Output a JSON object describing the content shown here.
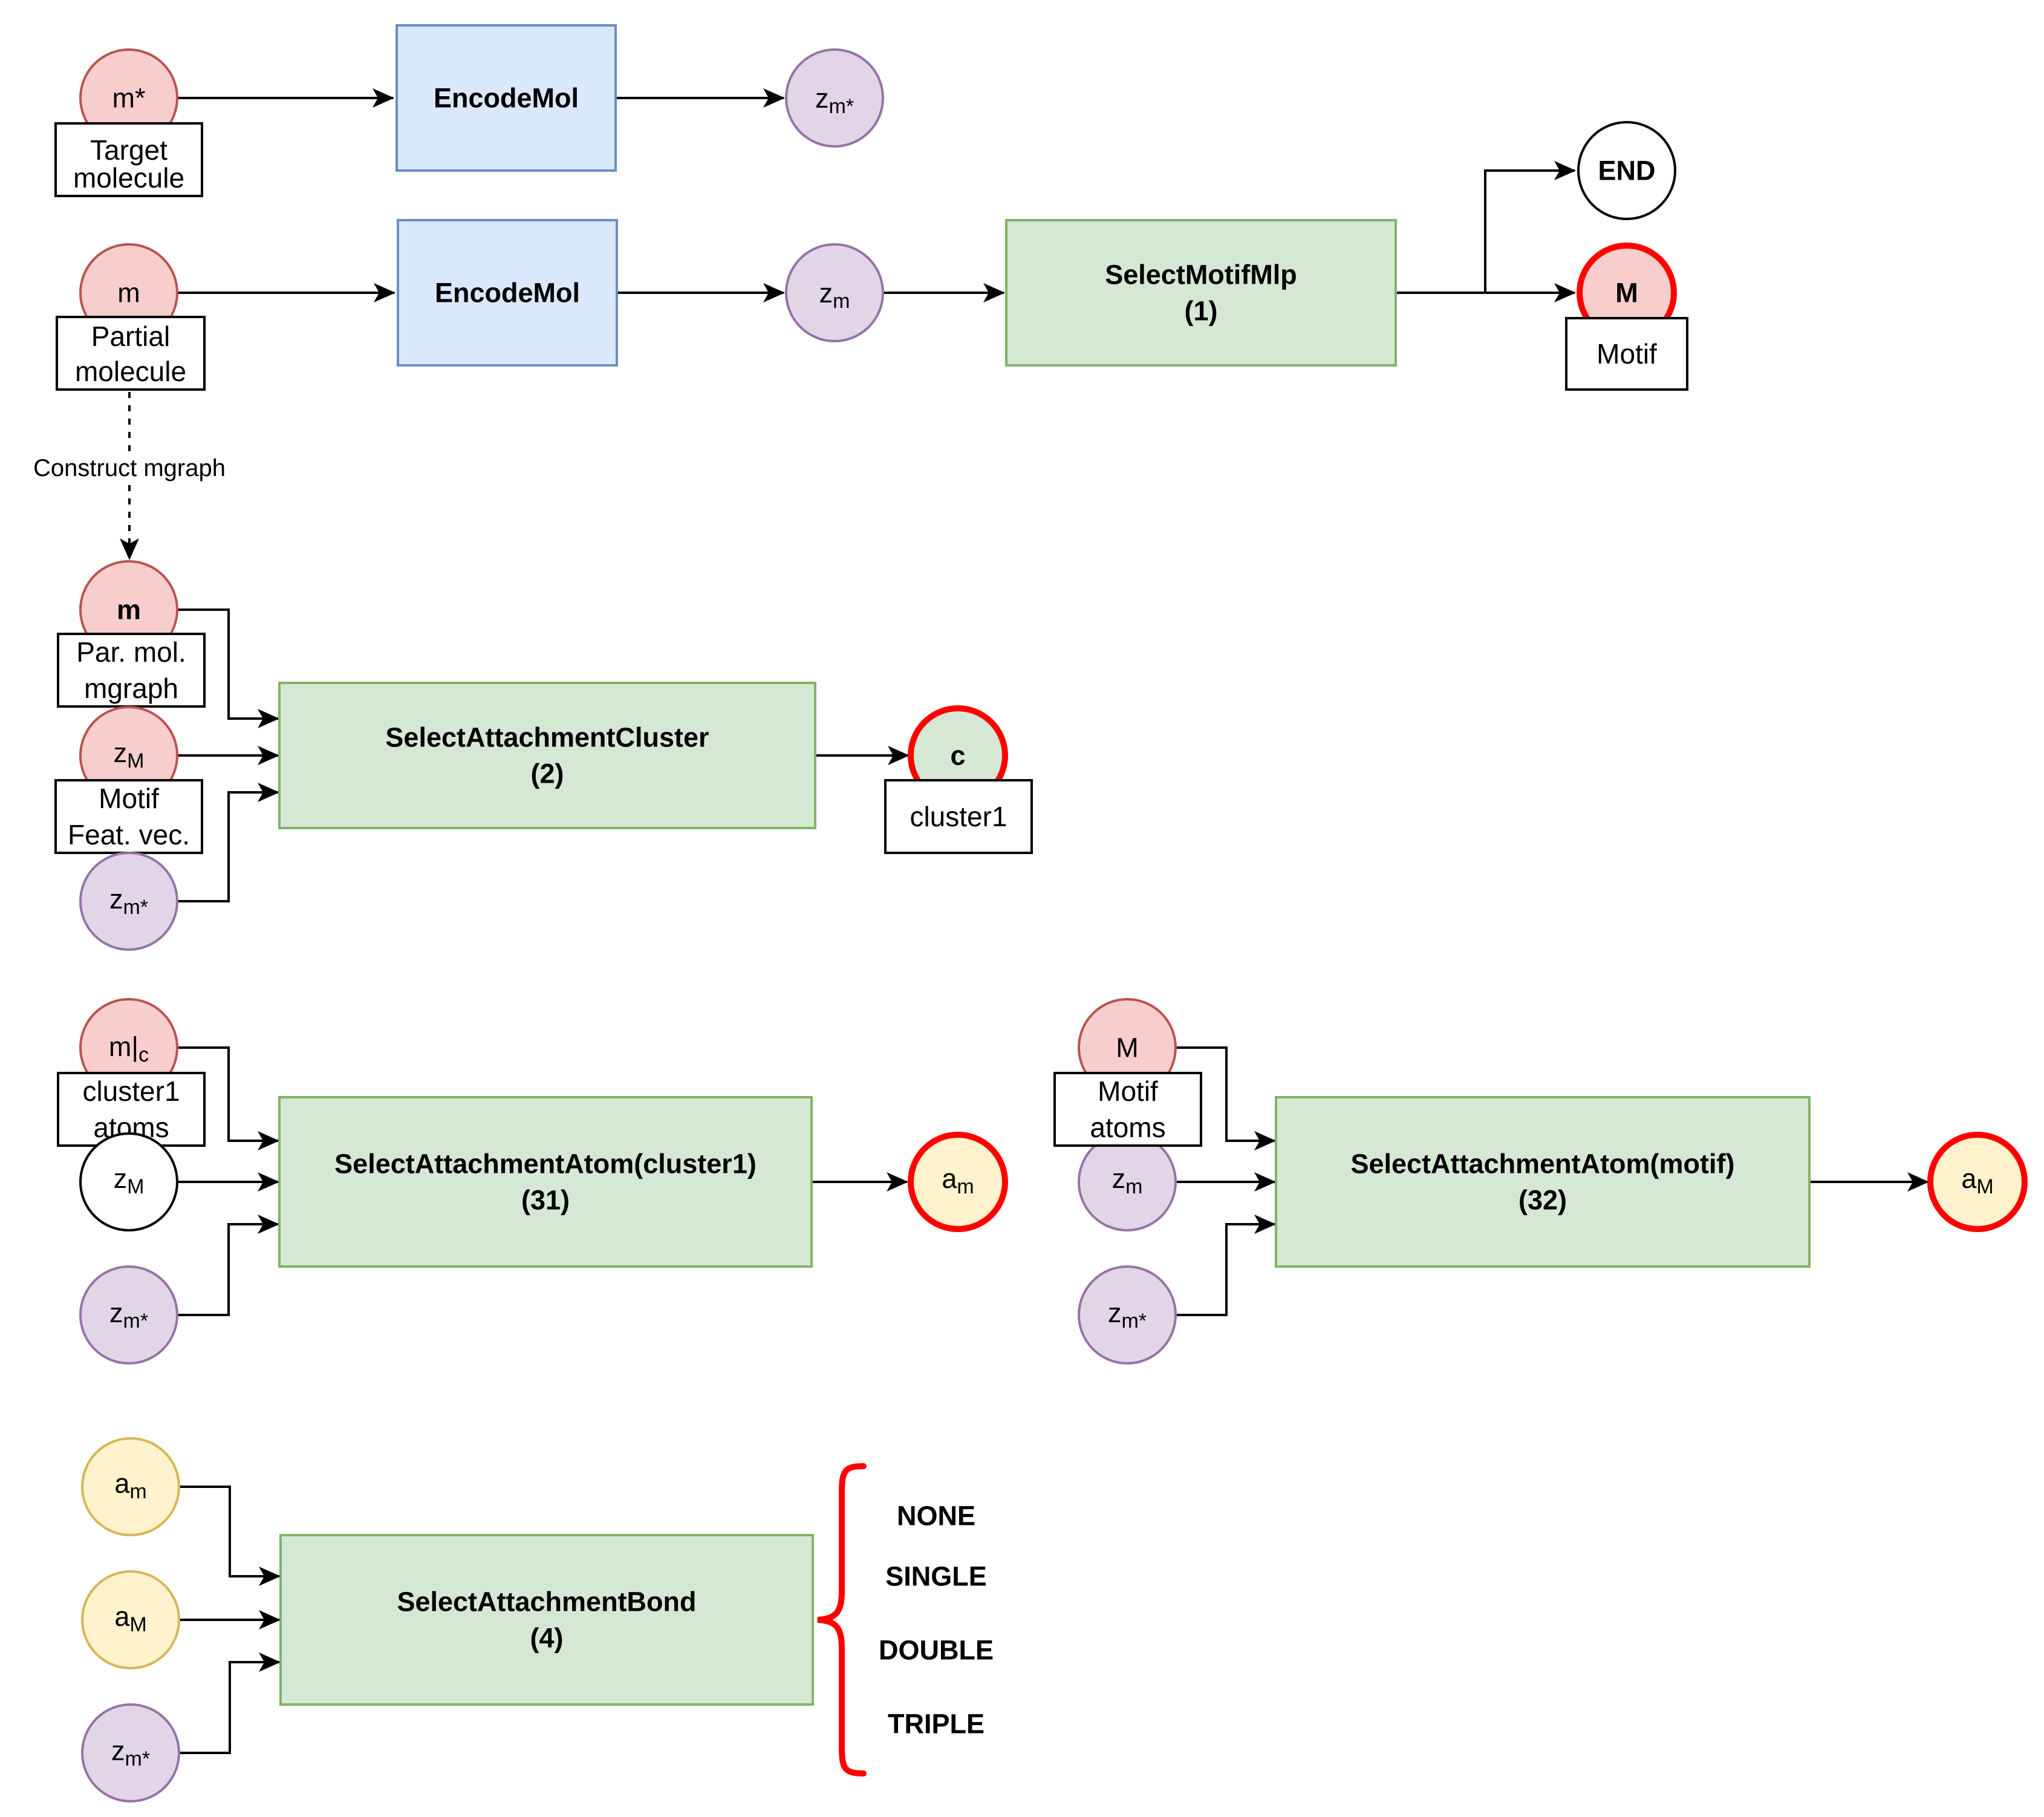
{
  "colors": {
    "red_fill": "#f8cecc",
    "red_stroke": "#b85450",
    "purple_fill": "#e1d5e7",
    "purple_stroke": "#9673a6",
    "yellow_fill": "#fff2cc",
    "yellow_stroke": "#d6b656",
    "blue_fill": "#dae8fc",
    "blue_stroke": "#6c8ebf",
    "green_fill": "#d5e8d4",
    "green_stroke": "#82b366",
    "highlight": "#ff0000"
  },
  "row1": {
    "m_star": "m*",
    "target_label_1": "Target",
    "target_label_2": "molecule",
    "encode": "EncodeMol",
    "z_base": "z",
    "z_sub": "m*"
  },
  "row2": {
    "m": "m",
    "partial_label_1": "Partial",
    "partial_label_2": "molecule",
    "encode": "EncodeMol",
    "z_base": "z",
    "z_sub": "m",
    "select_1": "SelectMotifMlp",
    "select_2": "(1)",
    "end": "END",
    "motif_node": "M",
    "motif_label": "Motif"
  },
  "construct_label": "Construct mgraph",
  "row3": {
    "m_bold": "m",
    "parmol_1": "Par. mol.",
    "parmol_2": "mgraph",
    "zM_base": "z",
    "zM_sub": "M",
    "motif_feat_1": "Motif",
    "motif_feat_2": "Feat. vec.",
    "zm_base": "z",
    "zm_sub": "m*",
    "select_1": "SelectAttachmentCluster",
    "select_2": "(2)",
    "c": "c",
    "cluster_label": "cluster1"
  },
  "row4a": {
    "m_base": "m|",
    "m_sub": "c",
    "atoms_1": "cluster1",
    "atoms_2": "atoms",
    "zM_base": "z",
    "zM_sub": "M",
    "zm_base": "z",
    "zm_sub": "m*",
    "select_1": "SelectAttachmentAtom(cluster1)",
    "select_2": "(31)",
    "out_base": "a",
    "out_sub": "m"
  },
  "row4b": {
    "M": "M",
    "atoms_1": "Motif",
    "atoms_2": "atoms",
    "zm1_base": "z",
    "zm1_sub": "m",
    "zm_base": "z",
    "zm_sub": "m*",
    "select_1": "SelectAttachmentAtom(motif)",
    "select_2": "(32)",
    "out_base": "a",
    "out_sub": "M"
  },
  "row5": {
    "am_base": "a",
    "am_sub": "m",
    "aM_base": "a",
    "aM_sub": "M",
    "zm_base": "z",
    "zm_sub": "m*",
    "select_1": "SelectAttachmentBond",
    "select_2": "(4)",
    "options": [
      "NONE",
      "SINGLE",
      "DOUBLE",
      "TRIPLE"
    ]
  }
}
